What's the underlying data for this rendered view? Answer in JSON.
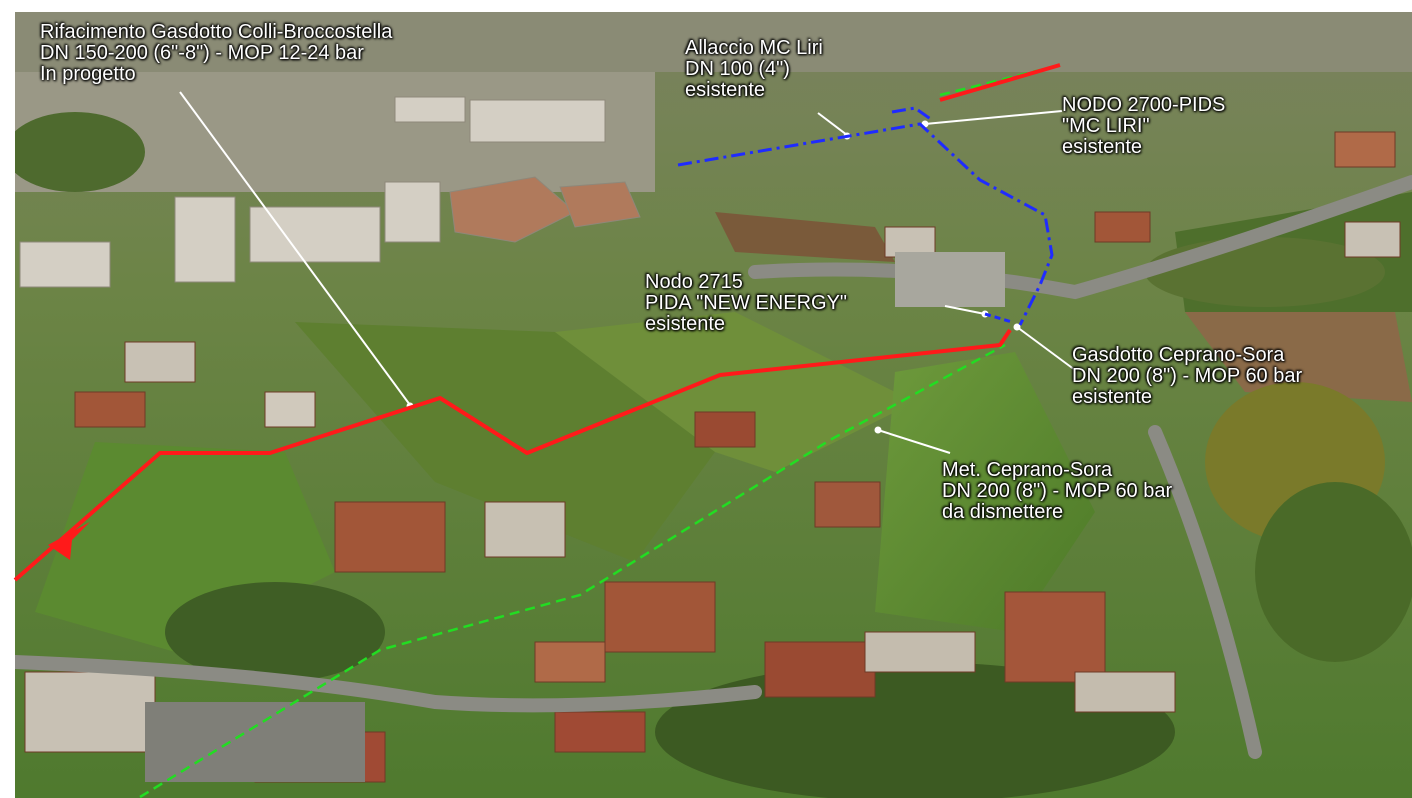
{
  "labels": {
    "rifacimento": {
      "line1": "Rifacimento Gasdotto Colli-Broccostella",
      "line2": "DN 150-200 (6\"-8\") - MOP 12-24 bar",
      "line3": "In progetto"
    },
    "allaccio": {
      "line1": "Allaccio MC Liri",
      "line2": "DN 100 (4\")",
      "line3": "esistente"
    },
    "nodo2700": {
      "line1": "NODO 2700-PIDS",
      "line2": "\"MC LIRI\"",
      "line3": "esistente"
    },
    "nodo2715": {
      "line1": "Nodo 2715",
      "line2": "PIDA \"NEW ENERGY\"",
      "line3": "esistente"
    },
    "ceprano_sora_gas": {
      "line1": "Gasdotto Ceprano-Sora",
      "line2": "DN 200 (8\") - MOP 60 bar",
      "line3": "esistente"
    },
    "met_ceprano_sora": {
      "line1": "Met. Ceprano-Sora",
      "line2": "DN 200 (8\") - MOP 60 bar",
      "line3": "da dismettere"
    }
  },
  "colors": {
    "project_line": "#ff1a1a",
    "existing_line": "#1f2bff",
    "dismantle_line": "#22dd22",
    "label_text": "#ffffff",
    "callout_line": "#ffffff",
    "sky_hills": "#6f7a52",
    "fields": "#5f8a35",
    "buildings": "#c9c2b6",
    "roofs": "#9a4a32",
    "trees": "#3f5e25"
  },
  "icons": {
    "arrow": "arrowhead-icon"
  }
}
